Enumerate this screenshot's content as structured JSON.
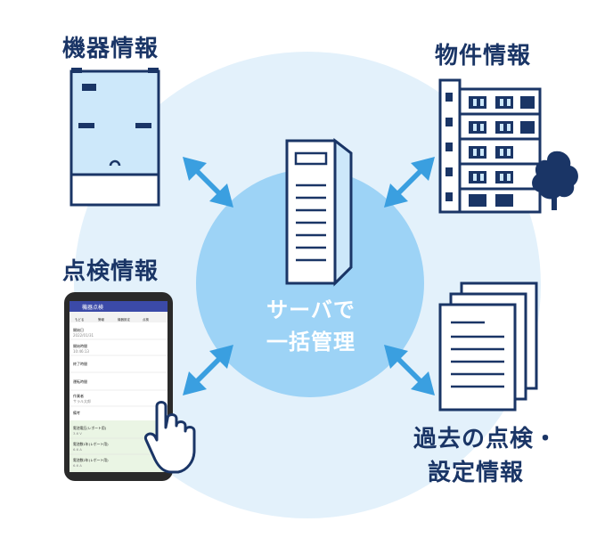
{
  "labels": {
    "equipment": "機器情報",
    "property": "物件情報",
    "inspection": "点検情報",
    "past_line1": "過去の点検・",
    "past_line2": "設定情報"
  },
  "center": {
    "line1": "サーバで",
    "line2": "一括管理"
  },
  "phone": {
    "header_title": "機器点検",
    "tabs": [
      "もどる",
      "警報",
      "機器設定",
      "点検"
    ],
    "fields": [
      {
        "label": "開始日",
        "value": "2022/01/31"
      },
      {
        "label": "開始時間",
        "value": "10:46:13"
      },
      {
        "label": "終了時間",
        "value": ""
      },
      {
        "label": "運転時間",
        "value": ""
      },
      {
        "label": "作業者",
        "value": "サラル太郎"
      },
      {
        "label": "備考",
        "value": ""
      },
      {
        "label": "電池電圧(レポート用)",
        "value": "3.6 V"
      },
      {
        "label": "電池数1年(レポート用)",
        "value": "6.6 A"
      },
      {
        "label": "電池数2年(レポート用)",
        "value": "6.6 A"
      }
    ]
  },
  "colors": {
    "outer_circle": "#e3f1fb",
    "inner_circle": "#9dd3f6",
    "arrow": "#3a9fe0",
    "navy": "#1a3566",
    "icon_fill": "#cde8fa"
  }
}
